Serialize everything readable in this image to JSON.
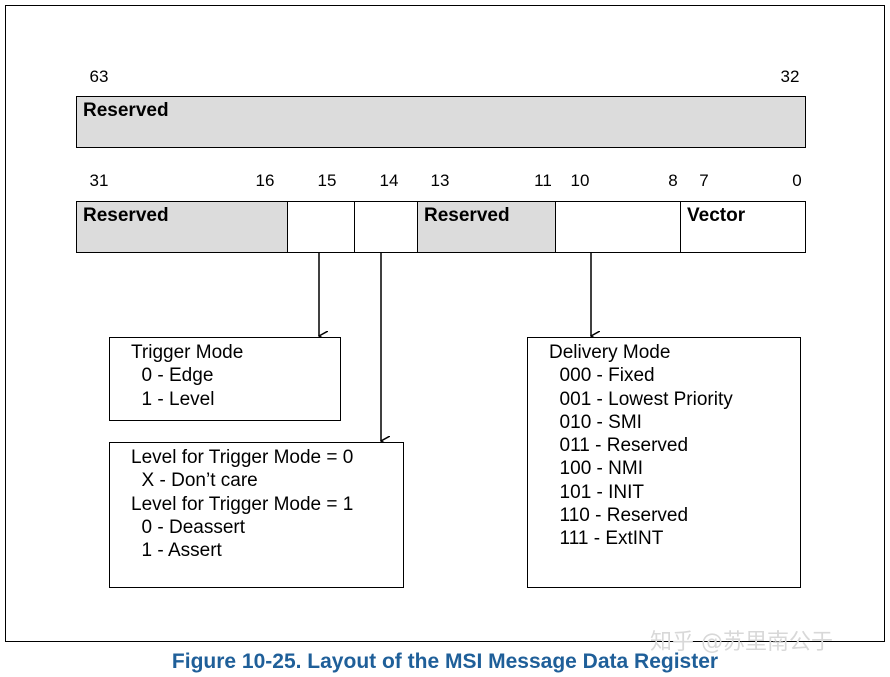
{
  "upper_register": {
    "bit_high": "63",
    "bit_low": "32",
    "field": "Reserved"
  },
  "lower_register": {
    "bit_labels": [
      "31",
      "16",
      "15",
      "14",
      "13",
      "11",
      "10",
      "8",
      "7",
      "0"
    ],
    "fields": [
      "Reserved",
      "",
      "",
      "Reserved",
      "",
      "Vector"
    ]
  },
  "trigger_mode_box": {
    "lines": [
      "Trigger Mode",
      "  0 - Edge",
      "  1 - Level"
    ]
  },
  "level_box": {
    "lines": [
      "Level for Trigger Mode = 0",
      "  X - Don’t care",
      "Level for Trigger Mode = 1",
      "  0 - Deassert",
      "  1 - Assert"
    ]
  },
  "delivery_mode_box": {
    "lines": [
      "Delivery Mode",
      "  000 - Fixed",
      "  001 - Lowest Priority",
      "  010 - SMI",
      "  011 - Reserved",
      "  100 - NMI",
      "  101 - INIT",
      "  110 - Reserved",
      "  111 - ExtINT"
    ]
  },
  "watermark": "知乎 @苏里南公于",
  "caption": "Figure 10-25.  Layout of the MSI Message Data Register",
  "colors": {
    "shaded_field": "#dcdcdc",
    "caption": "#1f5f99",
    "border": "#000000"
  }
}
